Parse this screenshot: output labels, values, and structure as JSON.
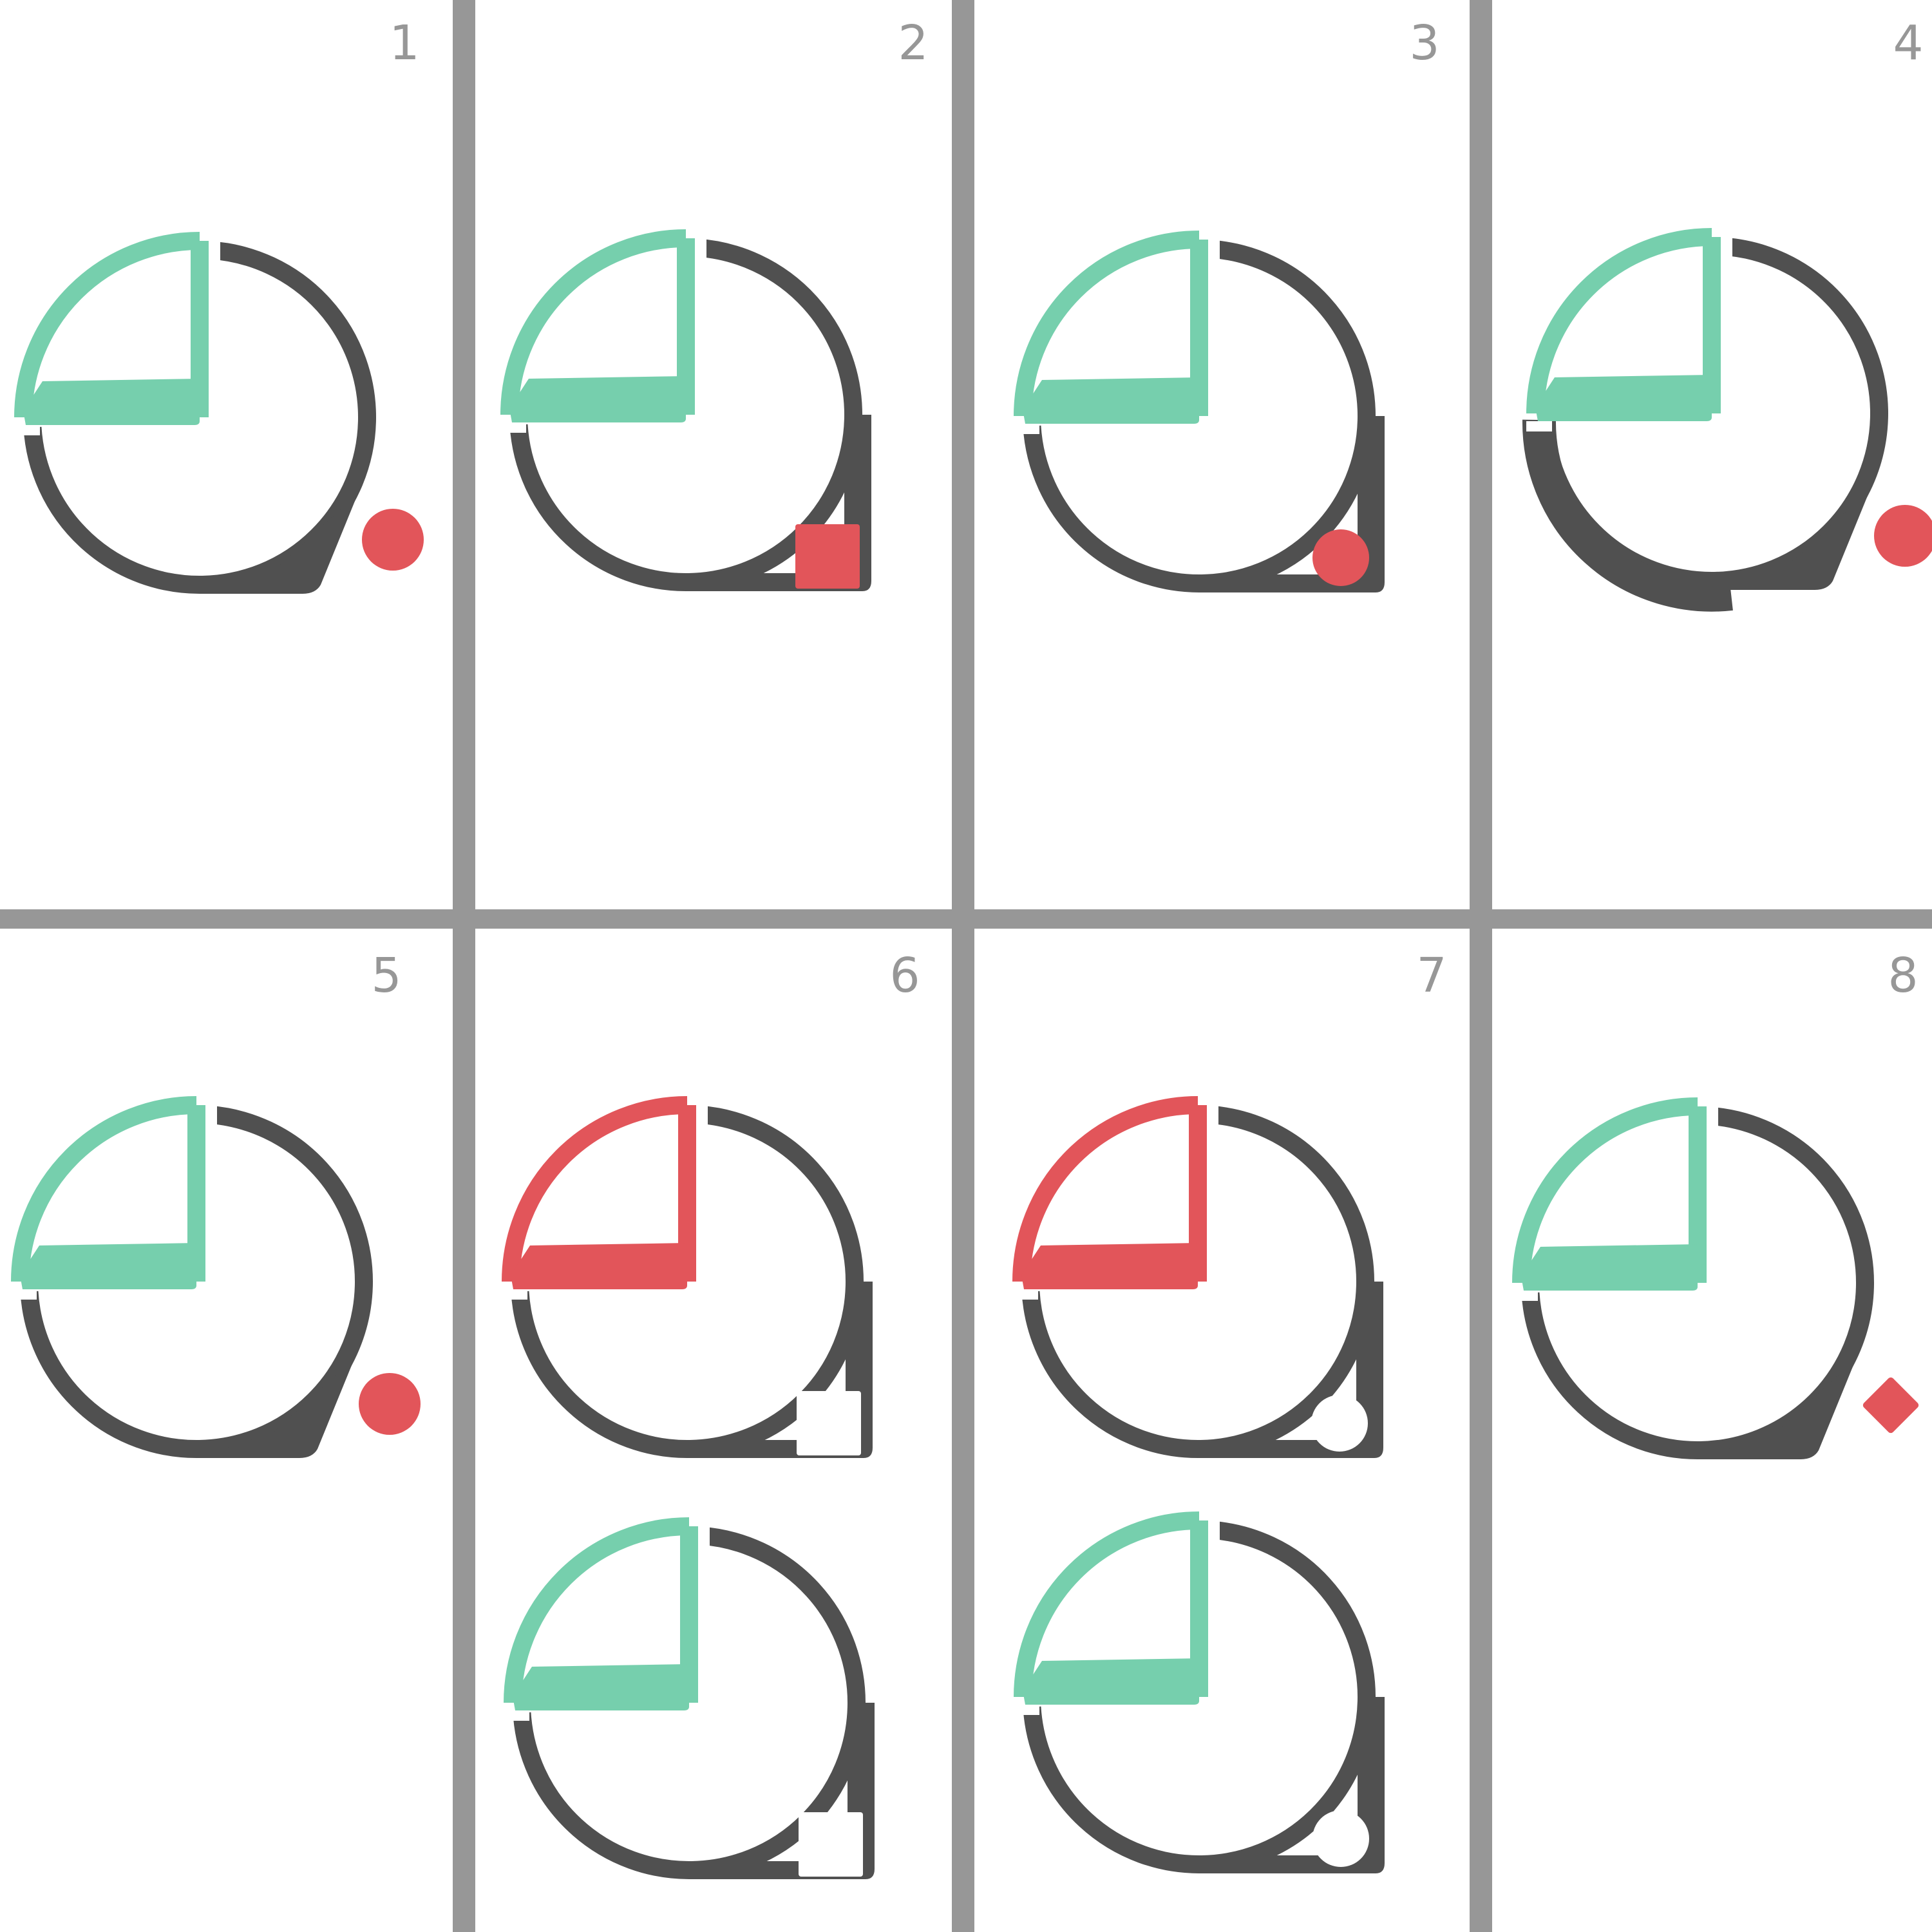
{
  "colors": {
    "background": "#ffffff",
    "grid_line": "#979797",
    "dark": "#505050",
    "teal": "#76cfad",
    "red": "#e2555a",
    "hole": "#ffffff"
  },
  "cells": [
    {
      "number": "1",
      "quadrant_color": "teal",
      "corner": "slant",
      "marker": "circle",
      "marker_color": "red",
      "marker_placement": "outside"
    },
    {
      "number": "2",
      "quadrant_color": "teal",
      "corner": "square",
      "marker": "square",
      "marker_color": "red",
      "marker_placement": "inside"
    },
    {
      "number": "3",
      "quadrant_color": "teal",
      "corner": "square",
      "marker": "circle",
      "marker_color": "red",
      "marker_placement": "inside"
    },
    {
      "number": "4",
      "quadrant_color": "teal",
      "corner": "slant",
      "marker": "circle",
      "marker_color": "red",
      "marker_placement": "outside",
      "thick_lower_left_arc": true
    },
    {
      "number": "5",
      "quadrant_color": "teal",
      "corner": "slant",
      "marker": "circle",
      "marker_color": "red",
      "marker_placement": "outside"
    },
    {
      "number": "6",
      "quadrant_color": "red",
      "corner": "square",
      "marker": "square",
      "marker_color": "white",
      "marker_placement": "inside"
    },
    {
      "number": "7",
      "quadrant_color": "red",
      "corner": "square",
      "marker": "circle",
      "marker_color": "white",
      "marker_placement": "inside"
    },
    {
      "number": "8",
      "quadrant_color": "teal",
      "corner": "slant",
      "marker": "diamond",
      "marker_color": "red",
      "marker_placement": "outside"
    }
  ],
  "extra_glyphs": [
    {
      "column": "2",
      "quadrant_color": "teal",
      "corner": "square",
      "marker": "square",
      "marker_color": "white",
      "marker_placement": "inside"
    },
    {
      "column": "3",
      "quadrant_color": "teal",
      "corner": "square",
      "marker": "circle",
      "marker_color": "white",
      "marker_placement": "inside"
    }
  ]
}
